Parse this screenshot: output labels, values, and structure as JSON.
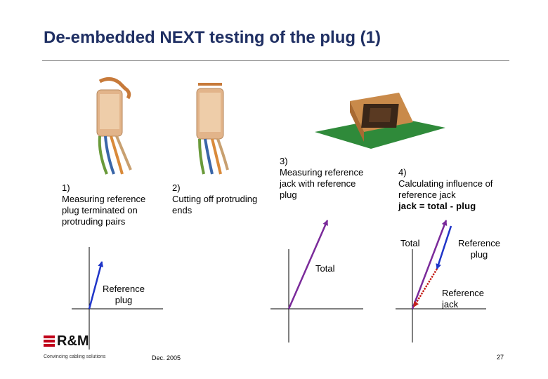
{
  "title": "De-embedded NEXT testing of the plug (1)",
  "steps": [
    {
      "text": "1)\nMeasuring reference\nplug terminated on\nprotruding pairs"
    },
    {
      "text": "2)\nCutting off protruding\nends"
    },
    {
      "text": "3)\nMeasuring reference\njack with reference\nplug"
    },
    {
      "text": "4)\nCalculating influence of\nreference jack",
      "formula": "jack = total - plug"
    }
  ],
  "vectors": {
    "reference_plug_1": "Reference\nplug",
    "total_3": "Total",
    "total_4": "Total",
    "reference_plug_4": "Reference\nplug",
    "reference_jack_4": "Reference\njack"
  },
  "colors": {
    "title": "#1f2f63",
    "plug_vector": "#1f35c8",
    "total_vector": "#7a2a9a",
    "jack_vector": "#c4201a",
    "logo_red": "#c0001a"
  },
  "footer": {
    "logo_text": "R&M",
    "logo_tagline": "Convincing cabling solutions",
    "date": "Dec. 2005",
    "page": "27"
  }
}
